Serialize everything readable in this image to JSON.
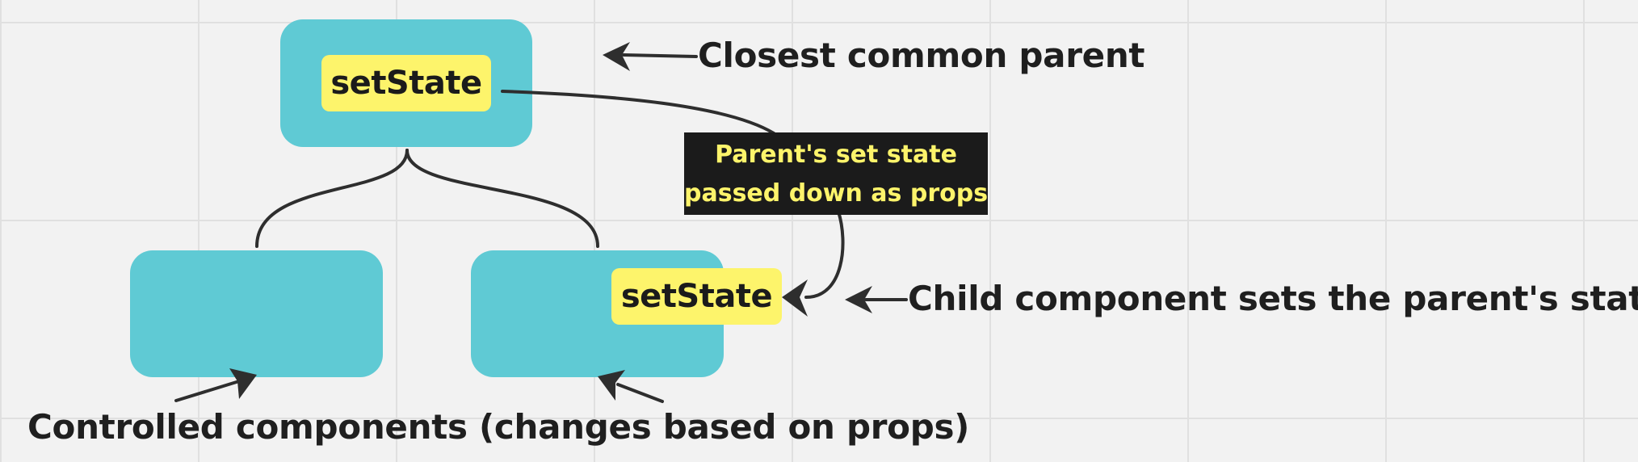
{
  "colors": {
    "node": "#5fcad4",
    "chip": "#fdf46b",
    "callout_bg": "#1b1b1b",
    "callout_text": "#fdf46b",
    "ink": "#1f1f1f"
  },
  "parent_node": {
    "chip_label": "setState"
  },
  "child_left": {},
  "child_right": {
    "chip_label": "setState"
  },
  "callout": {
    "line1": "Parent's set state",
    "line2": "passed down as props"
  },
  "labels": {
    "closest_parent": "Closest common parent",
    "child_sets_state": "Child component sets the parent's state",
    "controlled": "Controlled components (changes based on props)"
  }
}
